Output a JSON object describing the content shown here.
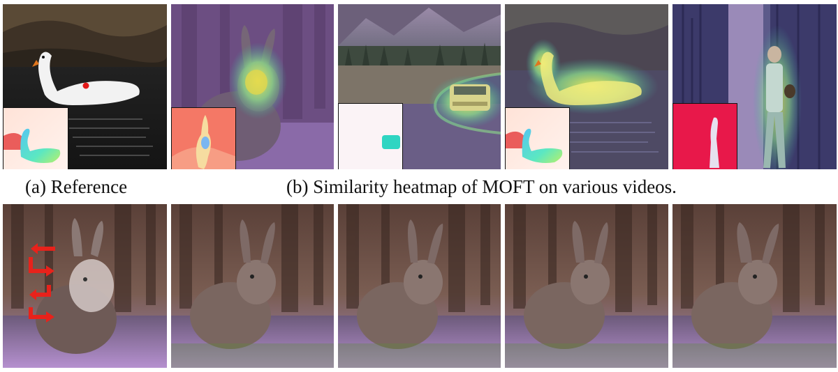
{
  "figure": {
    "caption_a": "(a) Reference",
    "caption_b": "(b) Similarity heatmap of MOFT on various videos."
  },
  "panels_top": [
    {
      "subject": "swan",
      "kind": "reference image with selected point and optical-flow inset"
    },
    {
      "subject": "rabbit",
      "kind": "similarity heatmap with flow inset"
    },
    {
      "subject": "car",
      "kind": "similarity heatmap with flow inset"
    },
    {
      "subject": "swan",
      "kind": "similarity heatmap with flow inset"
    },
    {
      "subject": "person walking",
      "kind": "similarity heatmap with flow inset"
    }
  ],
  "panels_bottom": [
    {
      "subject": "rabbit",
      "kind": "control image with red direction arrows"
    },
    {
      "subject": "rabbit",
      "kind": "generated frame"
    },
    {
      "subject": "rabbit",
      "kind": "generated frame"
    },
    {
      "subject": "rabbit",
      "kind": "generated frame"
    },
    {
      "subject": "rabbit",
      "kind": "generated frame"
    }
  ],
  "colors": {
    "arrow": "#e8221b",
    "point": "#e21818",
    "heat_hot": "#f2f060",
    "heat_mid": "#6fd3a0",
    "heat_cold": "#6a4e8f"
  }
}
